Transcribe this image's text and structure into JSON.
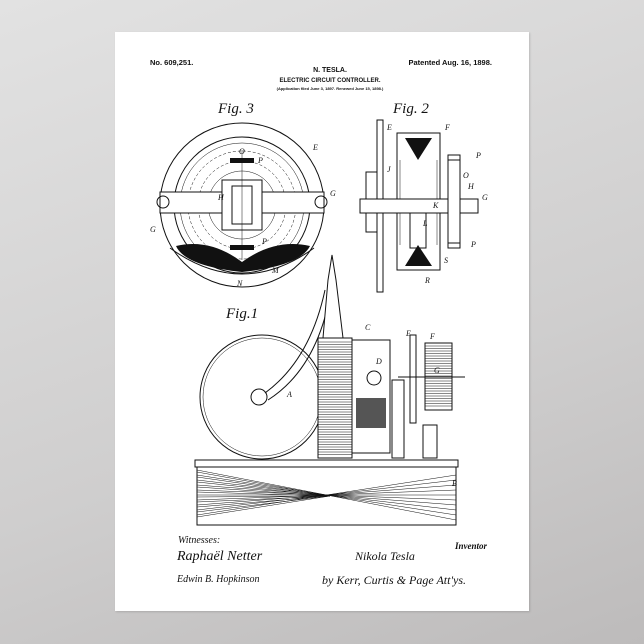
{
  "header": {
    "patent_number": "No. 609,251.",
    "patent_date": "Patented Aug. 16, 1898.",
    "inventor_name": "N. TESLA.",
    "title": "ELECTRIC CIRCUIT CONTROLLER.",
    "application_note": "(Application filed June 3, 1897. Renewed June 15, 1898.)"
  },
  "figures": {
    "fig3": {
      "title": "Fig. 3",
      "labels": {
        "E": "E",
        "O": "O",
        "P1": "P",
        "H": "H",
        "G1": "G",
        "G2": "G",
        "P2": "P",
        "M": "M",
        "N": "N"
      }
    },
    "fig2": {
      "title": "Fig. 2",
      "labels": {
        "E": "E",
        "F": "F",
        "P1": "P",
        "O": "O",
        "H": "H",
        "G": "G",
        "J": "J",
        "K": "K",
        "L": "L",
        "P2": "P",
        "S": "S",
        "R": "R"
      }
    },
    "fig1": {
      "title": "Fig.1",
      "labels": {
        "A": "A",
        "B": "B",
        "C": "C",
        "D": "D",
        "E": "E",
        "F": "F",
        "G": "G"
      }
    }
  },
  "signatures": {
    "witnesses_label": "Witnesses:",
    "witness_1": "Raphaël Netter",
    "witness_2": "Edwin B. Hopkinson",
    "inventor_label": "Inventor",
    "inventor_signature": "Nikola Tesla",
    "attorneys": "by Kerr, Curtis & Page Att'ys."
  },
  "colors": {
    "paper": "#ffffff",
    "ink": "#111111",
    "backdrop": "#cfcece"
  }
}
